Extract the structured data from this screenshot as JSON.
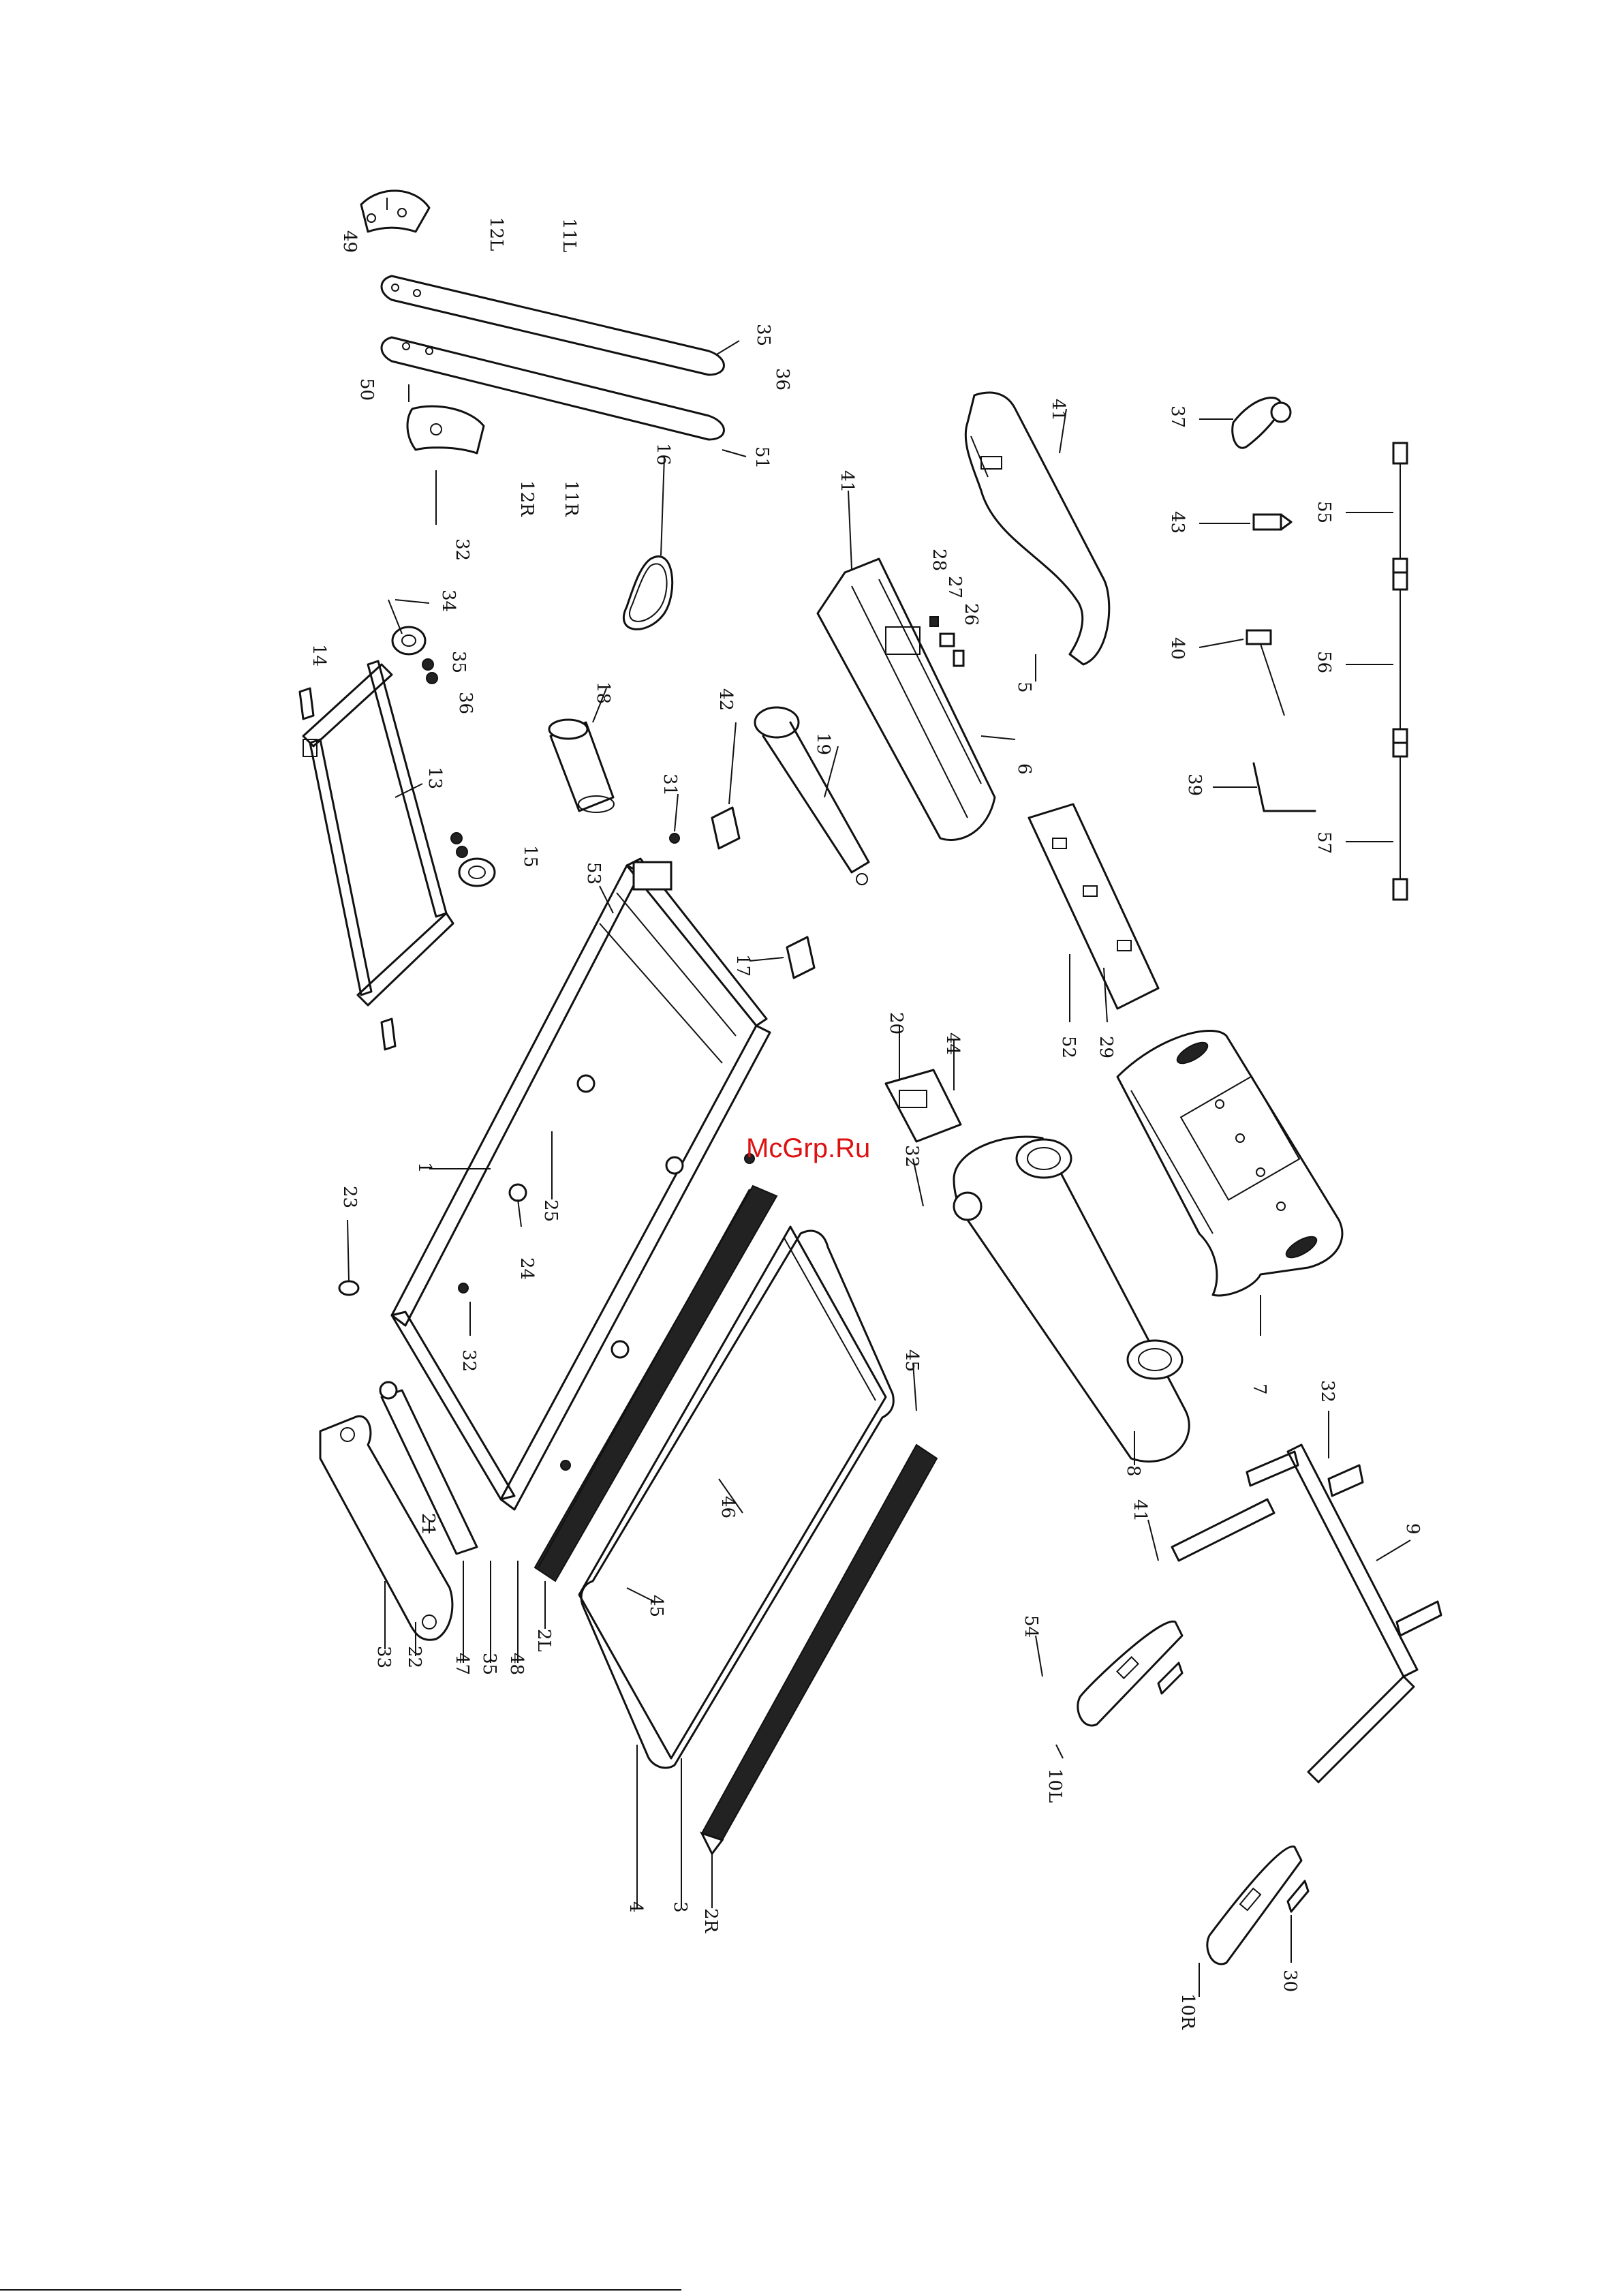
{
  "watermark": "McGrp.Ru",
  "parts": {
    "p1": "1",
    "p2L": "2L",
    "p2R": "2R",
    "p3": "3",
    "p4": "4",
    "p5": "5",
    "p6": "6",
    "p7": "7",
    "p8": "8",
    "p9": "9",
    "p10L": "10L",
    "p10R": "10R",
    "p11L": "11L",
    "p11R": "11R",
    "p12L": "12L",
    "p12R": "12R",
    "p13": "13",
    "p14": "14",
    "p15": "15",
    "p16": "16",
    "p17": "17",
    "p18": "18",
    "p19": "19",
    "p20": "20",
    "p21": "21",
    "p22": "22",
    "p23": "23",
    "p24": "24",
    "p25": "25",
    "p26": "26",
    "p27": "27",
    "p28": "28",
    "p29": "29",
    "p30": "30",
    "p31": "31",
    "p32": "32",
    "p33": "33",
    "p34": "34",
    "p35": "35",
    "p36": "36",
    "p37": "37",
    "p39": "39",
    "p40": "40",
    "p41": "41",
    "p42": "42",
    "p43": "43",
    "p44": "44",
    "p45": "45",
    "p46": "46",
    "p47": "47",
    "p48": "48",
    "p49": "49",
    "p50": "50",
    "p51": "51",
    "p52": "52",
    "p53": "53",
    "p54": "54",
    "p55": "55",
    "p56": "56",
    "p57": "57"
  }
}
